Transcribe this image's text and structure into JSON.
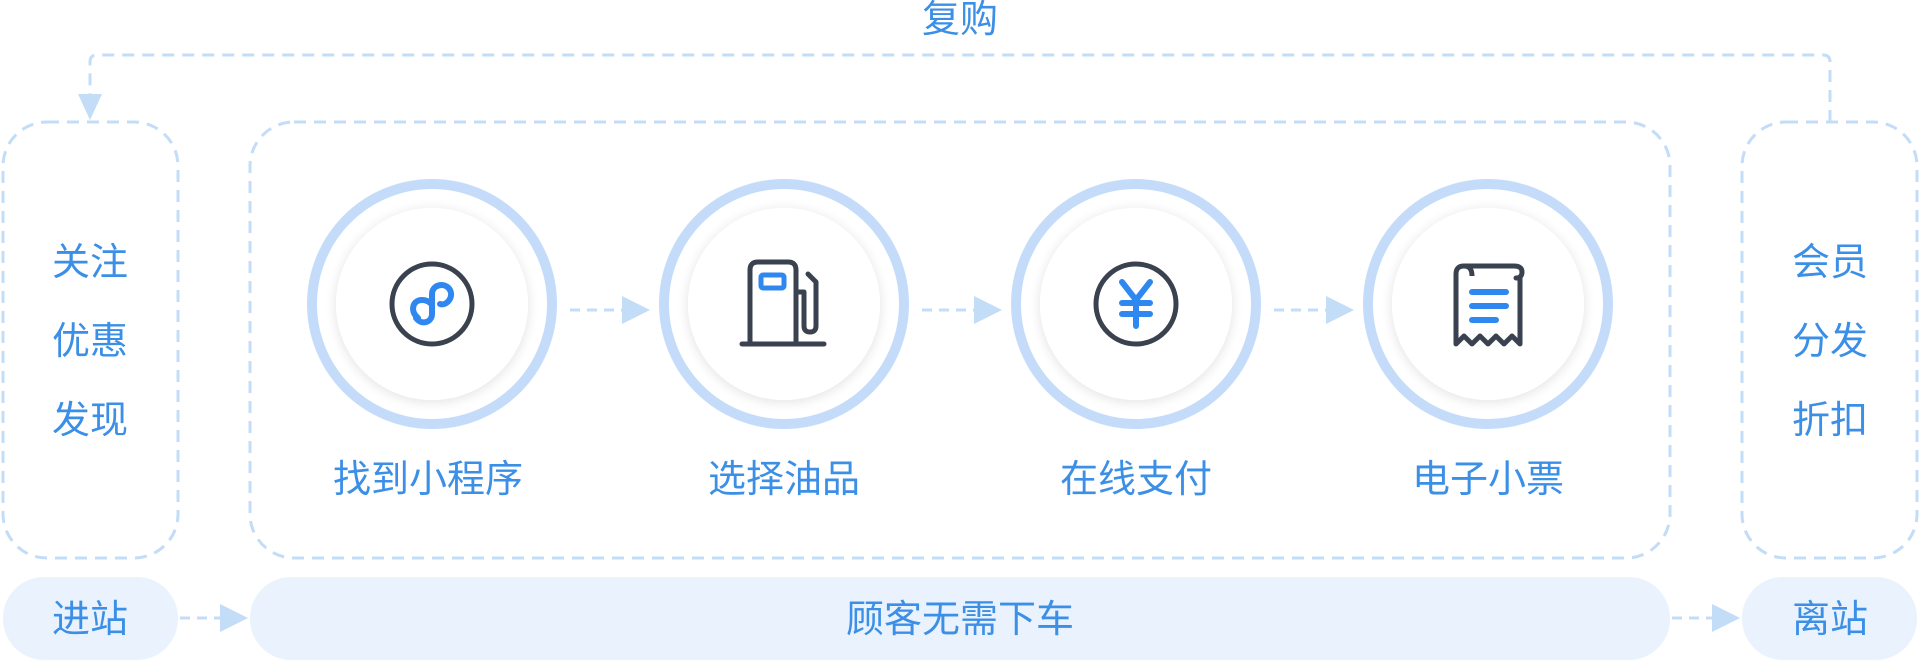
{
  "top_loop_label": "复购",
  "left_panel": {
    "lines": [
      "关注",
      "优惠",
      "发现"
    ]
  },
  "right_panel": {
    "lines": [
      "会员",
      "分发",
      "折扣"
    ]
  },
  "steps": [
    {
      "label": "找到小程序",
      "icon": "mini-program-icon"
    },
    {
      "label": "选择油品",
      "icon": "fuel-pump-icon"
    },
    {
      "label": "在线支付",
      "icon": "yen-coin-icon"
    },
    {
      "label": "电子小票",
      "icon": "receipt-icon"
    }
  ],
  "bottom_bar": {
    "enter": "进站",
    "middle": "顾客无需下车",
    "leave": "离站"
  },
  "colors": {
    "accent_text": "#3b8fe6",
    "dashed_border": "#c3dcf7",
    "ring": "#c4dcfa",
    "pill_fill": "#eaf3fd",
    "icon_dark": "#3a4250",
    "icon_blue": "#2f88f0"
  }
}
